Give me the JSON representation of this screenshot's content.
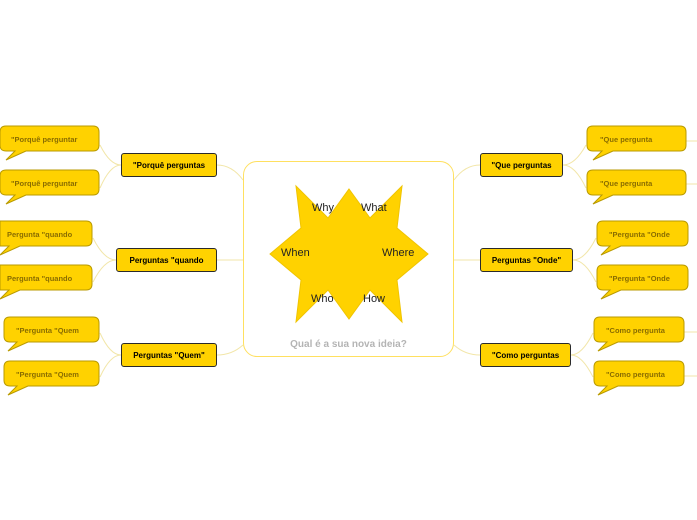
{
  "central": {
    "title": "Qual é a sua nova ideia?",
    "star_labels": {
      "why": "Why",
      "what": "What",
      "when": "When",
      "where": "Where",
      "who": "Who",
      "how": "How"
    }
  },
  "nodes": {
    "porque": {
      "label": "\"Porquê perguntas",
      "leaves": [
        "\"Porquê perguntar",
        "\"Porquê perguntar"
      ]
    },
    "quando": {
      "label": "Perguntas \"quando",
      "leaves": [
        "Pergunta \"quando",
        "Pergunta \"quando"
      ]
    },
    "quem": {
      "label": "Perguntas \"Quem\"",
      "leaves": [
        "\"Pergunta \"Quem",
        "\"Pergunta \"Quem"
      ]
    },
    "que": {
      "label": "\"Que perguntas",
      "leaves": [
        "\"Que pergunta",
        "\"Que pergunta"
      ]
    },
    "onde": {
      "label": "Perguntas \"Onde\"",
      "leaves": [
        "\"Pergunta \"Onde",
        "\"Pergunta \"Onde"
      ]
    },
    "como": {
      "label": "\"Como perguntas",
      "leaves": [
        "\"Como pergunta",
        "\"Como pergunta"
      ]
    }
  },
  "colors": {
    "accent": "#ffd200",
    "bubble_text": "#8a6d00",
    "connector": "#f2e6a8",
    "central_border": "#ffe060",
    "title_gray": "#b4b4b4"
  }
}
